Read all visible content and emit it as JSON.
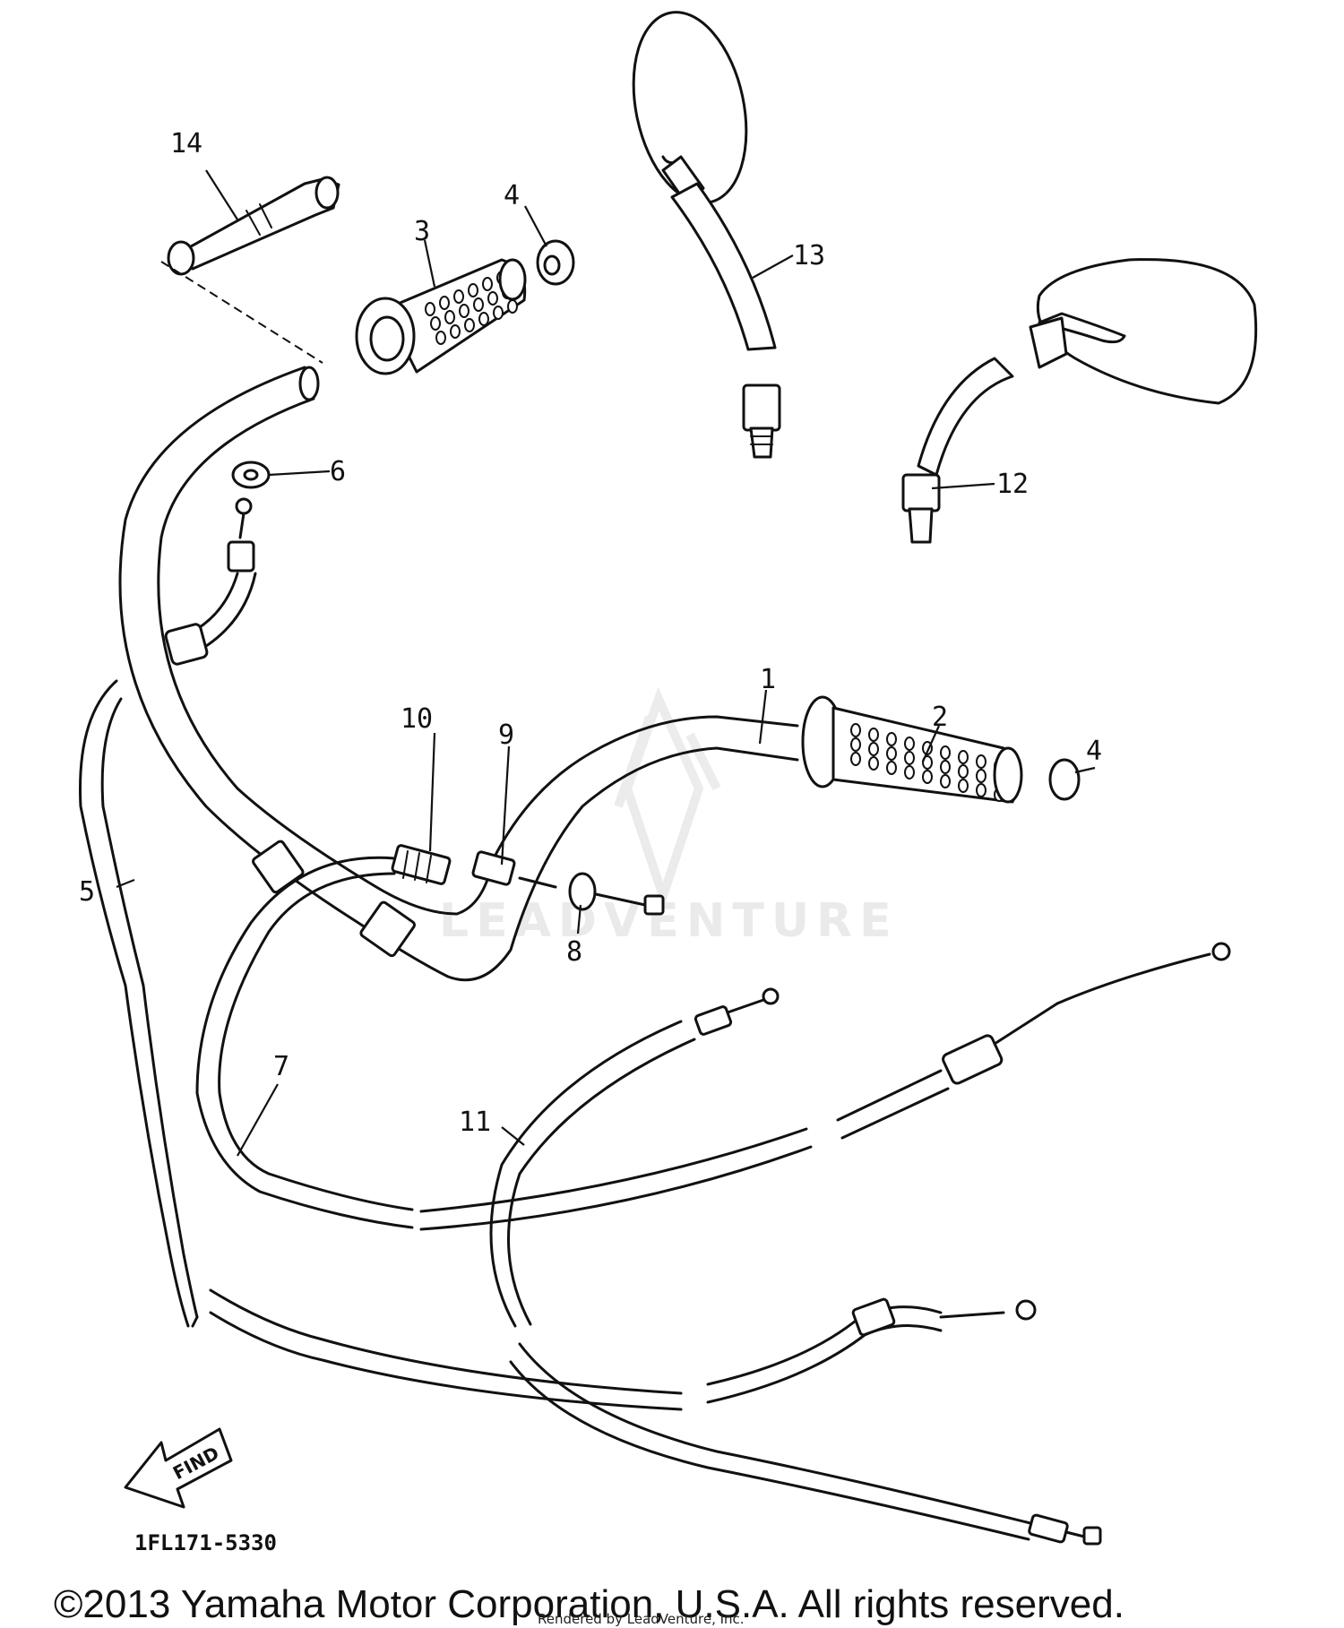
{
  "diagram": {
    "callouts": [
      "1",
      "2",
      "3",
      "4",
      "4",
      "5",
      "6",
      "7",
      "8",
      "9",
      "10",
      "11",
      "12",
      "13",
      "14"
    ],
    "find_label": "FIND",
    "part_code": "1FL171-5330",
    "copyright": "©2013 Yamaha Motor Corporation, U.S.A. All rights reserved.",
    "rendered_by": "Rendered by LeadVenture, Inc.",
    "watermark": "LEADVENTURE"
  },
  "colors": {
    "ink": "#111111",
    "watermark": "#d9d9d9",
    "background": "#ffffff"
  }
}
